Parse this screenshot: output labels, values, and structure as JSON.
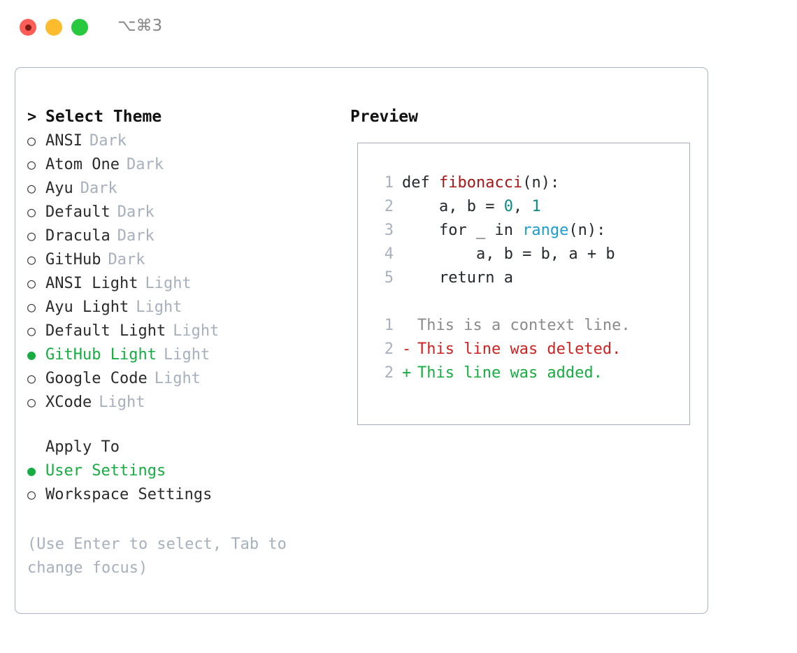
{
  "window": {
    "shortcut": "⌥⌘3",
    "traffic_lights": [
      {
        "name": "close",
        "color": "#fc5d56"
      },
      {
        "name": "minimize",
        "color": "#fdbc2e"
      },
      {
        "name": "maximize",
        "color": "#28c93f"
      }
    ]
  },
  "theme_selector": {
    "heading": "Select Theme",
    "heading_marker": ">",
    "marker_unselected": "○",
    "marker_selected": "●",
    "items": [
      {
        "name": "ANSI",
        "variant": "Dark",
        "selected": false
      },
      {
        "name": "Atom One",
        "variant": "Dark",
        "selected": false
      },
      {
        "name": "Ayu",
        "variant": "Dark",
        "selected": false
      },
      {
        "name": "Default",
        "variant": "Dark",
        "selected": false
      },
      {
        "name": "Dracula",
        "variant": "Dark",
        "selected": false
      },
      {
        "name": "GitHub",
        "variant": "Dark",
        "selected": false
      },
      {
        "name": "ANSI Light",
        "variant": "Light",
        "selected": false
      },
      {
        "name": "Ayu Light",
        "variant": "Light",
        "selected": false
      },
      {
        "name": "Default Light",
        "variant": "Light",
        "selected": false
      },
      {
        "name": "GitHub Light",
        "variant": "Light",
        "selected": true
      },
      {
        "name": "Google Code",
        "variant": "Light",
        "selected": false
      },
      {
        "name": "XCode",
        "variant": "Light",
        "selected": false
      }
    ]
  },
  "apply_to": {
    "heading": "Apply To",
    "items": [
      {
        "name": "User Settings",
        "selected": true
      },
      {
        "name": "Workspace Settings",
        "selected": false
      }
    ]
  },
  "hint": "(Use Enter to select, Tab to change focus)",
  "preview": {
    "title": "Preview",
    "code_lines": [
      {
        "num": "1",
        "tokens": [
          {
            "text": "def ",
            "type": "plain"
          },
          {
            "text": "fibonacci",
            "type": "func"
          },
          {
            "text": "(n):",
            "type": "plain"
          }
        ]
      },
      {
        "num": "2",
        "tokens": [
          {
            "text": "    a, b = ",
            "type": "plain"
          },
          {
            "text": "0",
            "type": "num"
          },
          {
            "text": ", ",
            "type": "plain"
          },
          {
            "text": "1",
            "type": "num"
          }
        ]
      },
      {
        "num": "3",
        "tokens": [
          {
            "text": "    for _ in ",
            "type": "plain"
          },
          {
            "text": "range",
            "type": "call"
          },
          {
            "text": "(n):",
            "type": "plain"
          }
        ]
      },
      {
        "num": "4",
        "tokens": [
          {
            "text": "        a, b = b, a + b",
            "type": "plain"
          }
        ]
      },
      {
        "num": "5",
        "tokens": [
          {
            "text": "    return a",
            "type": "plain"
          }
        ]
      }
    ],
    "diff_lines": [
      {
        "num": "1",
        "sign": " ",
        "text": "This is a context line.",
        "kind": "ctx"
      },
      {
        "num": "2",
        "sign": "-",
        "text": "This line was deleted.",
        "kind": "del"
      },
      {
        "num": "2",
        "sign": "+",
        "text": "This line was added.",
        "kind": "add"
      }
    ]
  },
  "colors": {
    "selected_green": "#16ad41",
    "diff_added": "#16ad41",
    "diff_deleted": "#cf2222",
    "diff_context": "#8b8b8b",
    "function_name": "#a51717",
    "builtin_call": "#1b9dd1",
    "number_literal": "#0b8c84",
    "muted_tag": "#a7b0bd",
    "panel_border": "#a9b4c4"
  }
}
